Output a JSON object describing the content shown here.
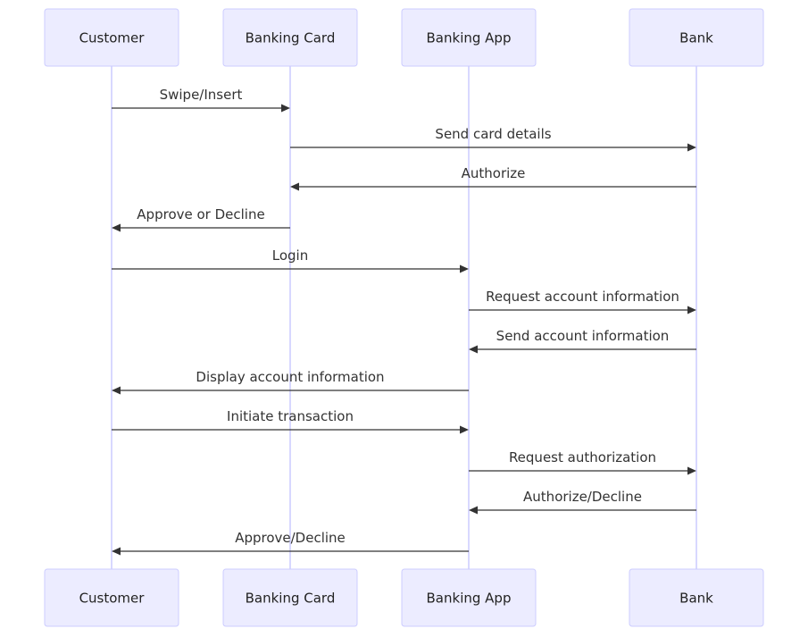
{
  "diagram": {
    "type": "sequence",
    "participants": [
      {
        "id": "customer",
        "label": "Customer"
      },
      {
        "id": "card",
        "label": "Banking Card"
      },
      {
        "id": "app",
        "label": "Banking App"
      },
      {
        "id": "bank",
        "label": "Bank"
      }
    ],
    "messages": [
      {
        "from": "customer",
        "to": "card",
        "label": "Swipe/Insert"
      },
      {
        "from": "card",
        "to": "bank",
        "label": "Send card details"
      },
      {
        "from": "bank",
        "to": "card",
        "label": "Authorize"
      },
      {
        "from": "card",
        "to": "customer",
        "label": "Approve or Decline"
      },
      {
        "from": "customer",
        "to": "app",
        "label": "Login"
      },
      {
        "from": "app",
        "to": "bank",
        "label": "Request account information"
      },
      {
        "from": "bank",
        "to": "app",
        "label": "Send account information"
      },
      {
        "from": "app",
        "to": "customer",
        "label": "Display account information"
      },
      {
        "from": "customer",
        "to": "app",
        "label": "Initiate transaction"
      },
      {
        "from": "app",
        "to": "bank",
        "label": "Request authorization"
      },
      {
        "from": "bank",
        "to": "app",
        "label": "Authorize/Decline"
      },
      {
        "from": "app",
        "to": "customer",
        "label": "Approve/Decline"
      }
    ]
  }
}
